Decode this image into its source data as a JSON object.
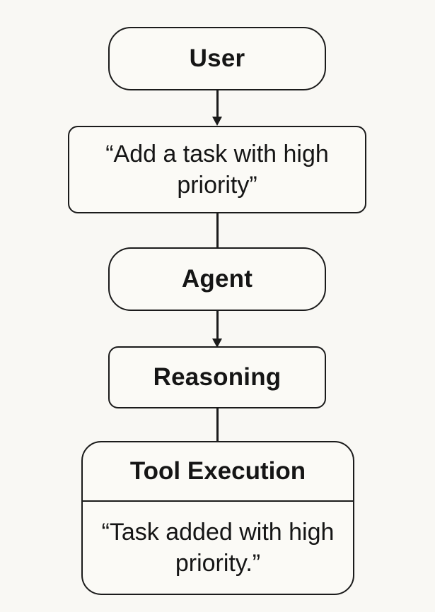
{
  "nodes": {
    "user": {
      "label": "User"
    },
    "request": {
      "label": "“Add a task with high priority”"
    },
    "agent": {
      "label": "Agent"
    },
    "reasoning": {
      "label": "Reasoning"
    },
    "tool_execution": {
      "header": "Tool Execution",
      "result": "“Task added with high priority.”"
    }
  },
  "colors": {
    "background": "#f9f8f4",
    "stroke": "#1b1b1b",
    "text": "#151515"
  }
}
